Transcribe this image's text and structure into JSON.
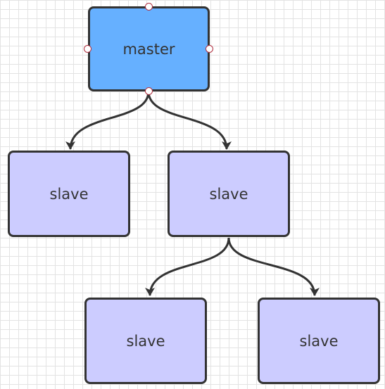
{
  "colors": {
    "master_fill": "#66b0ff",
    "slave_fill": "#ccccff",
    "stroke": "#333333",
    "handle_stroke": "#b03040"
  },
  "nodes": {
    "master": {
      "label": "master",
      "role": "master"
    },
    "slave_1": {
      "label": "slave",
      "role": "slave"
    },
    "slave_2": {
      "label": "slave",
      "role": "slave"
    },
    "slave_3": {
      "label": "slave",
      "role": "slave"
    },
    "slave_4": {
      "label": "slave",
      "role": "slave"
    }
  },
  "edges": [
    {
      "from": "master",
      "to": "slave_1"
    },
    {
      "from": "master",
      "to": "slave_2"
    },
    {
      "from": "slave_2",
      "to": "slave_3"
    },
    {
      "from": "slave_2",
      "to": "slave_4"
    }
  ],
  "selected_node": "master"
}
